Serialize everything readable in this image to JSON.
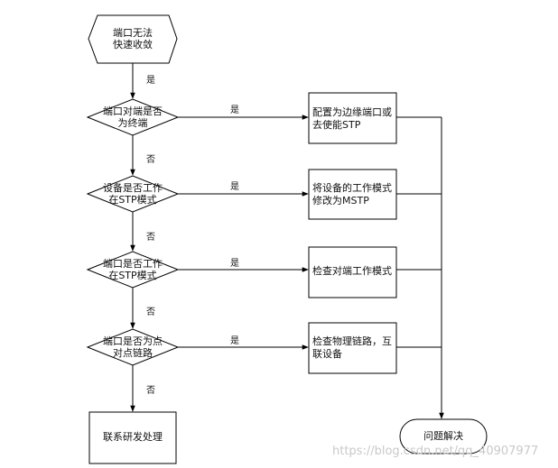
{
  "start": {
    "line1": "端口无法",
    "line2": "快速收敛"
  },
  "decisions": [
    {
      "line1": "端口对端是否",
      "line2": "为终端"
    },
    {
      "line1": "设备是否工作",
      "line2": "在STP模式"
    },
    {
      "line1": "端口是否工作",
      "line2": "在STP模式"
    },
    {
      "line1": "端口是否为点",
      "line2": "对点链路"
    }
  ],
  "actions": [
    {
      "line1": "配置为边缘端口或",
      "line2": "去使能STP"
    },
    {
      "line1": "将设备的工作模式",
      "line2": "修改为MSTP"
    },
    {
      "line1": "检查对端工作模式",
      "line2": ""
    },
    {
      "line1": "检查物理链路，互",
      "line2": "联设备"
    }
  ],
  "fallback": "联系研发处理",
  "end": "问题解决",
  "labels": {
    "yes": "是",
    "no": "否"
  },
  "watermark": "https://blog.csdn.net/qq_40907977"
}
